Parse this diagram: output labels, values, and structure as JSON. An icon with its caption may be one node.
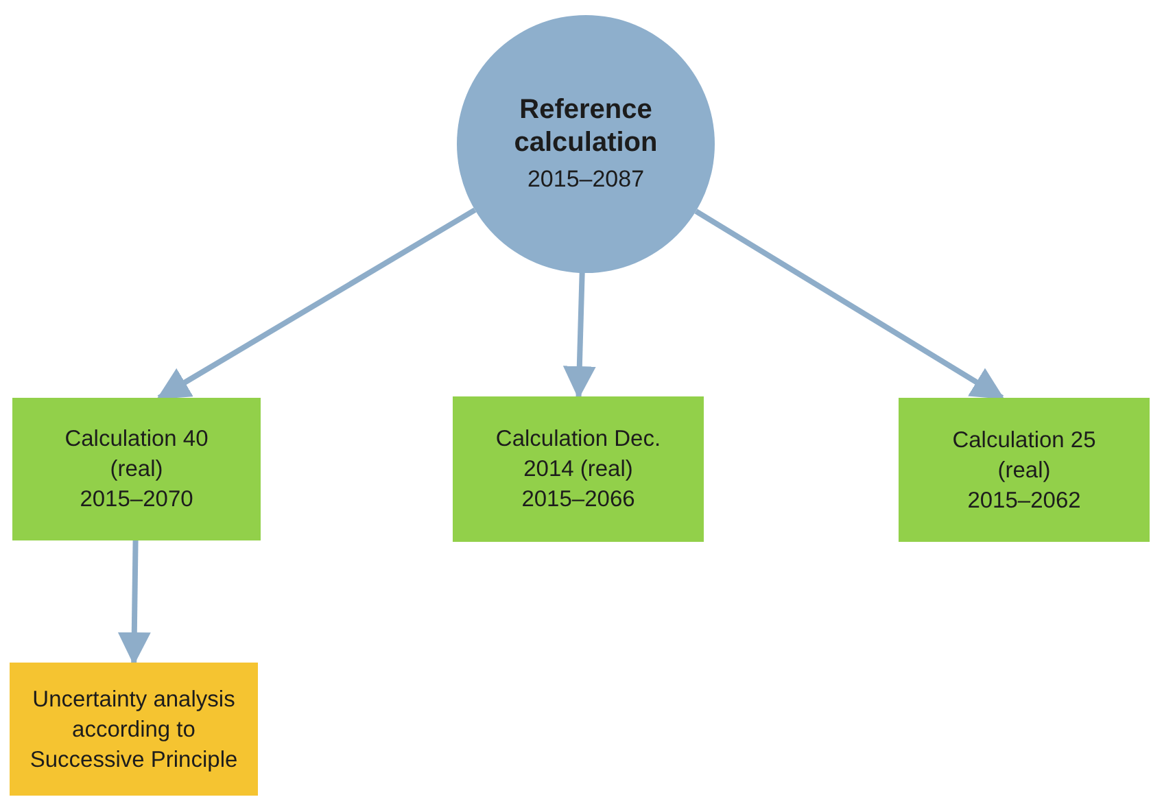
{
  "diagram": {
    "nodes": [
      {
        "text": [
          "Reference calculation",
          "2015–2087"
        ]
      },
      {
        "text": [
          "Calculation 40 (real)",
          "2015–2070"
        ]
      },
      {
        "text": [
          "Calculation Dec. 2014 (real)",
          "2015–2066"
        ]
      },
      {
        "text": [
          "Calculation 25 (real)",
          "2015–2062"
        ]
      },
      {
        "text": [
          "Uncertainty analysis according to Successive Principle"
        ]
      }
    ],
    "edges": [
      {
        "from": 0,
        "to": 1,
        "arrow": "to"
      },
      {
        "from": 0,
        "to": 2,
        "arrow": "to"
      },
      {
        "from": 0,
        "to": 3,
        "arrow": "to"
      },
      {
        "from": 1,
        "to": 4,
        "arrow": "to"
      }
    ]
  }
}
